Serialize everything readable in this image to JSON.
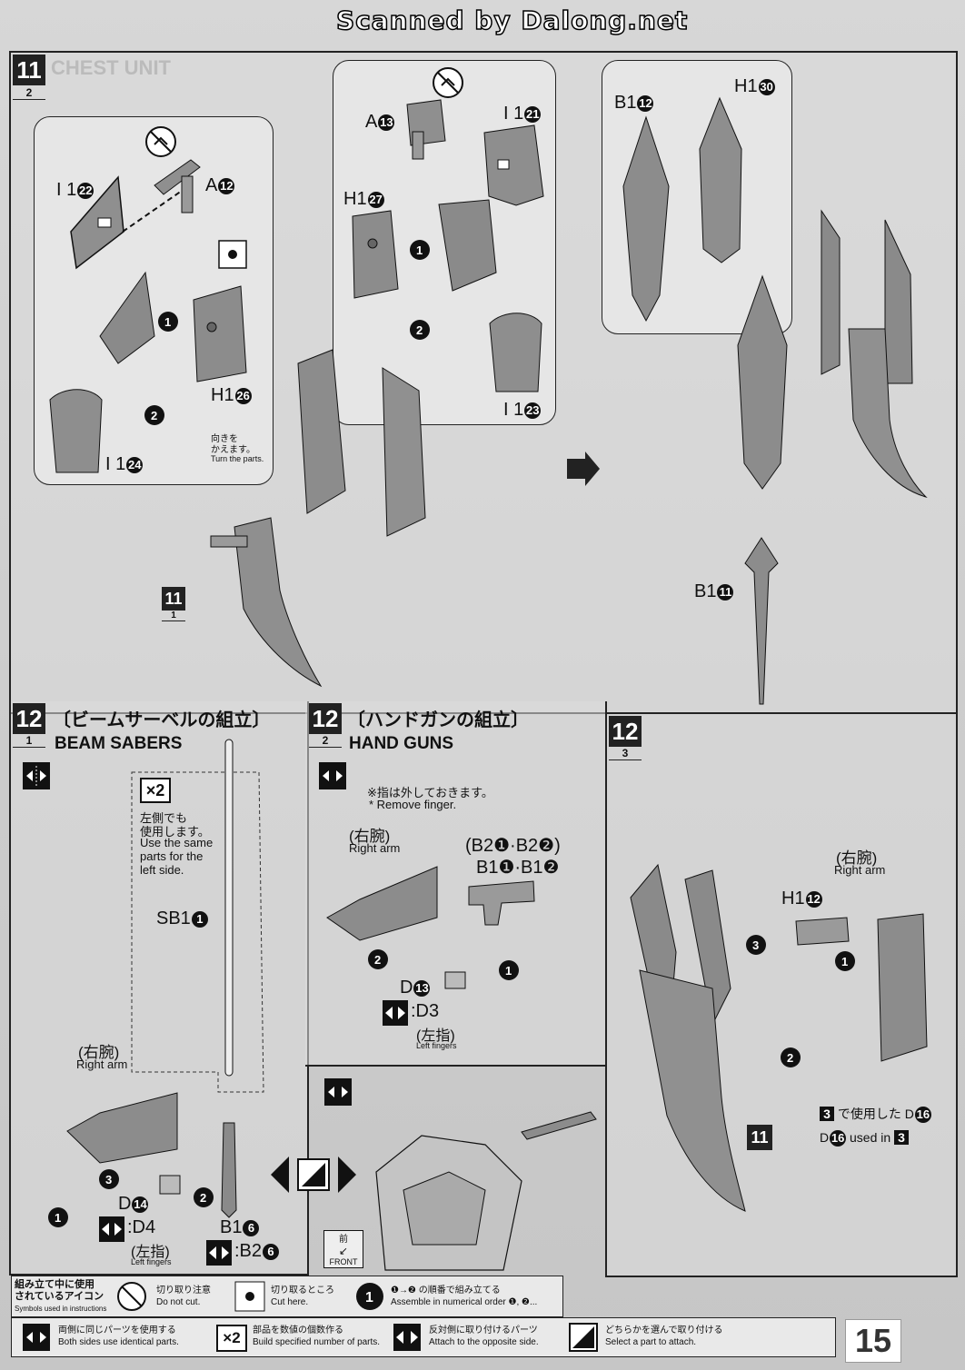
{
  "watermark": "Scanned by Dalong.net",
  "step11": {
    "number": "11",
    "sub": "2",
    "faded_title": "CHEST UNIT",
    "left_box": {
      "i22": "I 1",
      "i22n": "22",
      "a12": "A",
      "a12n": "12",
      "h126": "H1",
      "h126n": "26",
      "i124": "I 1",
      "i124n": "24",
      "turn_jp": "向きを",
      "turn_jp2": "かえます。",
      "turn_en": "Turn the parts."
    },
    "mid_box": {
      "a13": "A",
      "a13n": "13",
      "i121": "I 1",
      "i121n": "21",
      "h127": "H1",
      "h127n": "27",
      "i123": "I 1",
      "i123n": "23"
    },
    "ref": {
      "num": "11",
      "sub": "1"
    },
    "right_box": {
      "b112": "B1",
      "b112n": "12",
      "h130": "H1",
      "h130n": "30",
      "b111": "B1",
      "b111n": "11"
    }
  },
  "step12_1": {
    "number": "12",
    "sub": "1",
    "jp_title": "〔ビームサーベルの組立〕",
    "en_title": "BEAM SABERS",
    "x2": "×2",
    "note_jp1": "左側でも",
    "note_jp2": "使用します。",
    "note_en": [
      "Use the same",
      "parts for the",
      "left side."
    ],
    "sb1": "SB1",
    "sb1n": "1",
    "right_arm_jp": "(右腕)",
    "right_arm_en": "Right arm",
    "d14": "D",
    "d14n": "14",
    "d4": ":D4",
    "left_fingers_jp": "(左指)",
    "left_fingers_en": "Left fingers",
    "b16": "B1",
    "b16n": "6",
    "b26": ":B2",
    "b26n": "6"
  },
  "step12_2": {
    "number": "12",
    "sub": "2",
    "jp_title": "〔ハンドガンの組立〕",
    "en_title": "HAND GUNS",
    "remove_jp": "※指は外しておきます。",
    "remove_en": "* Remove finger.",
    "right_arm_jp": "(右腕)",
    "right_arm_en": "Right arm",
    "parts_line1": "(B2❶·B2❷)",
    "parts_line2": "B1❶·B1❷",
    "d13": "D",
    "d13n": "13",
    "d3": ":D3",
    "left_fingers_jp": "(左指)",
    "left_fingers_en": "Left fingers",
    "front_jp": "前",
    "front_en": "FRONT"
  },
  "step12_3": {
    "number": "12",
    "sub": "3",
    "right_arm_jp": "(右腕)",
    "right_arm_en": "Right arm",
    "h112": "H1",
    "h112n": "12",
    "ref11": "11",
    "used_jp": "で使用した D",
    "used_jpn": "16",
    "used_en": "D",
    "used_enn": "16",
    "used_en2": "used in"
  },
  "legend": {
    "title_jp": [
      "組み立て中に使用",
      "されているアイコン"
    ],
    "title_en": "Symbols used in instructions",
    "items_row1": [
      {
        "jp": "切り取り注意",
        "en": "Do not cut."
      },
      {
        "jp": "切り取るところ",
        "en": "Cut here."
      },
      {
        "jp": "❶→❷ の順番で組み立てる",
        "en": "Assemble in numerical order ❶, ❷..."
      }
    ],
    "items_row2": [
      {
        "jp": "両側に同じパーツを使用する",
        "en": "Both sides use identical parts."
      },
      {
        "jp": "部品を数値の個数作る",
        "en": "Build specified number of parts."
      },
      {
        "jp": "反対側に取り付けるパーツ",
        "en": "Attach to the opposite side."
      },
      {
        "jp": "どちらかを選んで取り付ける",
        "en": "Select a part to attach."
      }
    ]
  },
  "page_number": "15"
}
